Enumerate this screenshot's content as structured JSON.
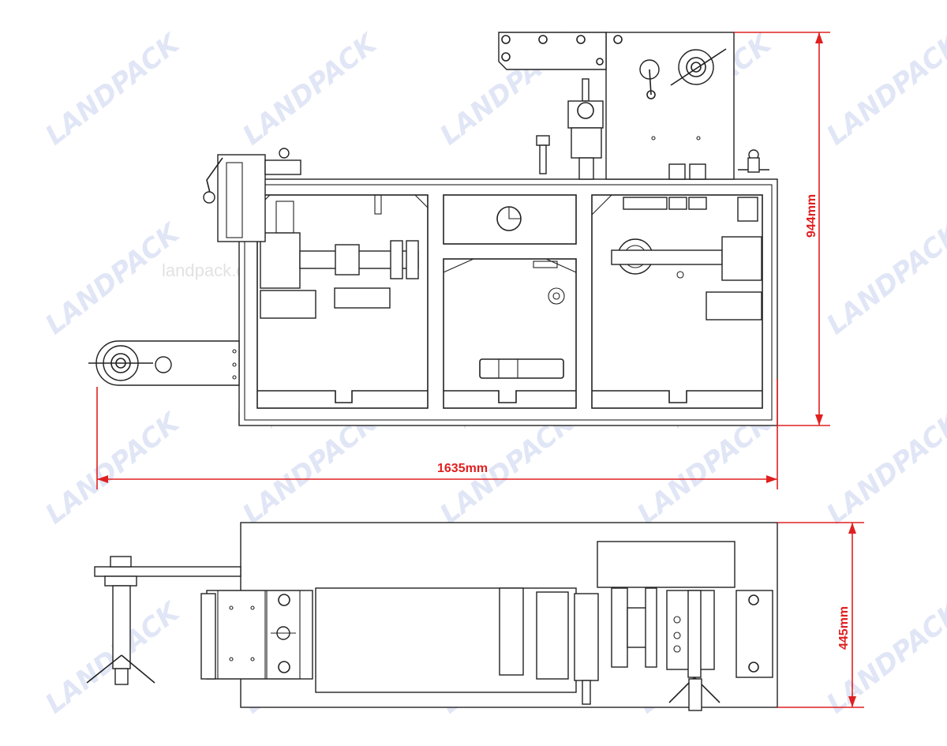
{
  "dimensions": {
    "length": "1635mm",
    "height_top_view": "944mm",
    "height_side_view": "445mm"
  },
  "watermarks": {
    "logo": "LANDPACK",
    "url": "landpack.com"
  },
  "colors": {
    "dimension": "#e02020",
    "line": "#222222",
    "watermark_logo": "#c9d3f0"
  }
}
